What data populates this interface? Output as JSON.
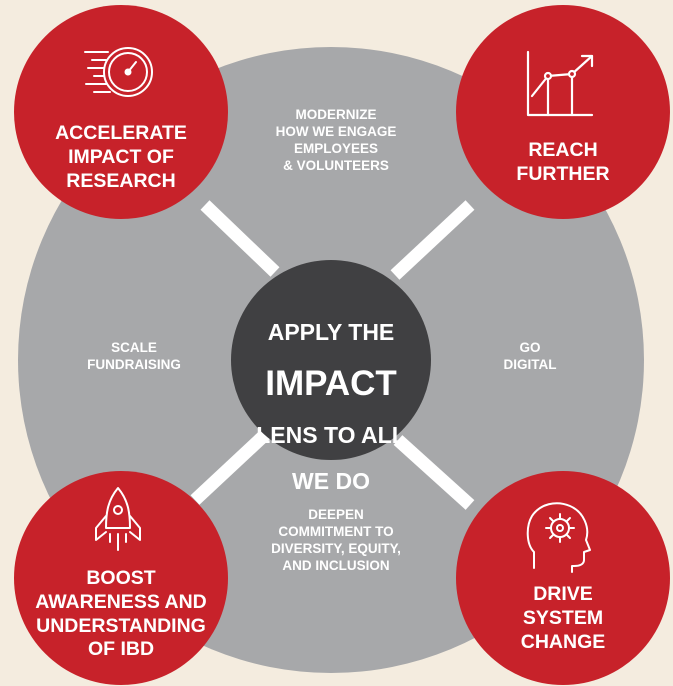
{
  "colors": {
    "background": "#f4ecdf",
    "ring": "#a7a8aa",
    "center": "#404042",
    "red": "#c7222a",
    "spoke": "#ffffff"
  },
  "center": {
    "line1": "APPLY THE",
    "line2": "IMPACT",
    "line3": "LENS TO ALL",
    "line4": "WE DO"
  },
  "gray_labels": {
    "top": "MODERNIZE\nHOW WE ENGAGE\nEMPLOYEES\n& VOLUNTEERS",
    "left": "SCALE\nFUNDRAISING",
    "right": "GO\nDIGITAL",
    "bottom": "DEEPEN\nCOMMITMENT TO\nDIVERSITY, EQUITY,\nAND INCLUSION"
  },
  "red_circles": {
    "top_left": {
      "label": "ACCELERATE\nIMPACT OF\nRESEARCH",
      "icon": "speedometer-icon"
    },
    "top_right": {
      "label": "REACH\nFURTHER",
      "icon": "growth-chart-icon"
    },
    "bottom_left": {
      "label": "BOOST\nAWARENESS AND\nUNDERSTANDING\nOF IBD",
      "icon": "rocket-icon"
    },
    "bottom_right": {
      "label": "DRIVE\nSYSTEM\nCHANGE",
      "icon": "head-gear-icon"
    }
  }
}
